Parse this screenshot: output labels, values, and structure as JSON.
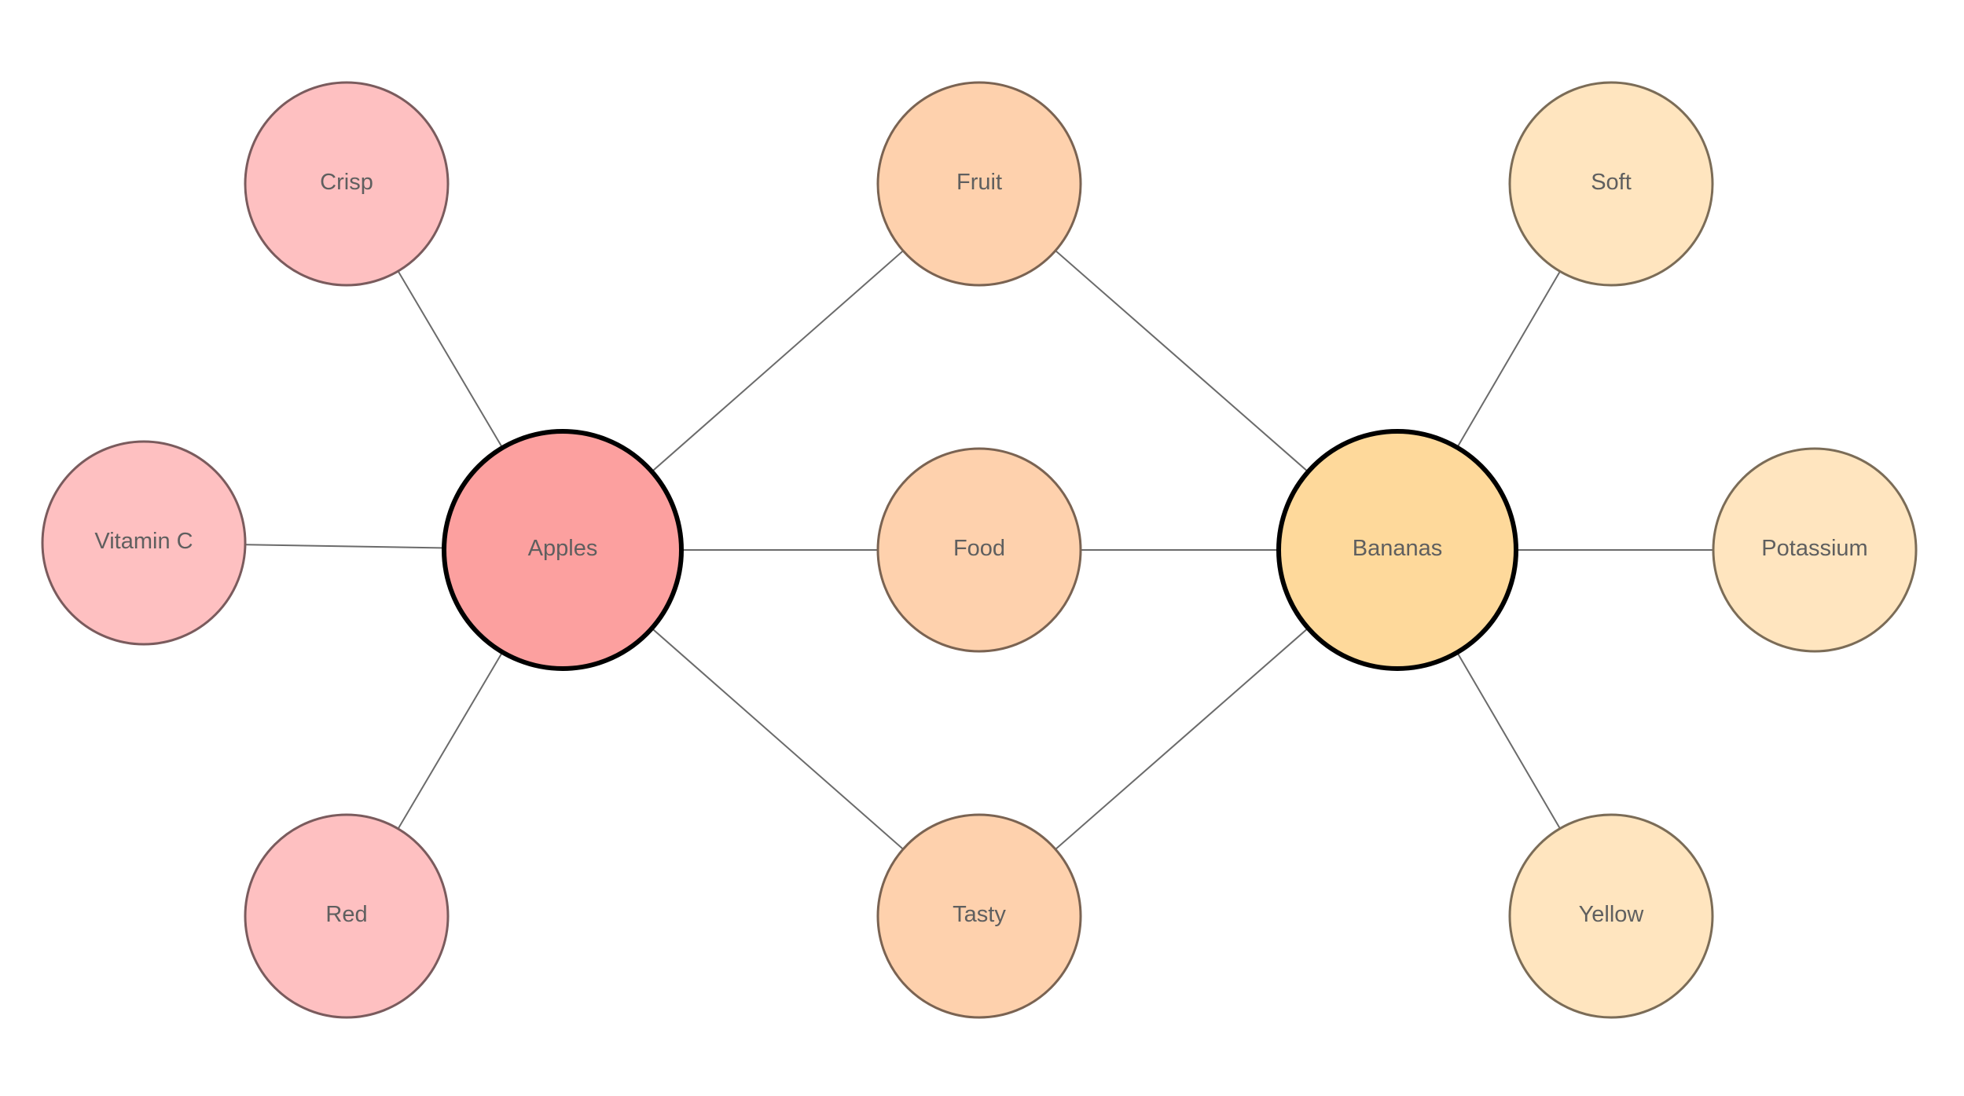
{
  "diagram": {
    "title": "",
    "colors": {
      "apples_main": "#fca09f",
      "apples_attr": "#fec0c1",
      "apples_stroke_attr": "#7a5b5d",
      "shared": "#fed1ad",
      "shared_stroke": "#7a6352",
      "bananas_main": "#fed99b",
      "bananas_attr": "#ffe5bf",
      "bananas_stroke_attr": "#7b6c57",
      "main_stroke": "#000000",
      "edge": "#6b6b6b",
      "label": "#5f5f5f"
    },
    "nodes": [
      {
        "id": "apples",
        "label": "Apples",
        "group": "apples",
        "role": "main"
      },
      {
        "id": "bananas",
        "label": "Bananas",
        "group": "bananas",
        "role": "main"
      },
      {
        "id": "crisp",
        "label": "Crisp",
        "group": "apples",
        "role": "attribute"
      },
      {
        "id": "vitamin-c",
        "label": "Vitamin C",
        "group": "apples",
        "role": "attribute"
      },
      {
        "id": "red",
        "label": "Red",
        "group": "apples",
        "role": "attribute"
      },
      {
        "id": "fruit",
        "label": "Fruit",
        "group": "shared",
        "role": "attribute"
      },
      {
        "id": "food",
        "label": "Food",
        "group": "shared",
        "role": "attribute"
      },
      {
        "id": "tasty",
        "label": "Tasty",
        "group": "shared",
        "role": "attribute"
      },
      {
        "id": "soft",
        "label": "Soft",
        "group": "bananas",
        "role": "attribute"
      },
      {
        "id": "potassium",
        "label": "Potassium",
        "group": "bananas",
        "role": "attribute"
      },
      {
        "id": "yellow",
        "label": "Yellow",
        "group": "bananas",
        "role": "attribute"
      }
    ],
    "edges": [
      {
        "from": "apples",
        "to": "crisp"
      },
      {
        "from": "apples",
        "to": "vitamin-c"
      },
      {
        "from": "apples",
        "to": "red"
      },
      {
        "from": "apples",
        "to": "fruit"
      },
      {
        "from": "apples",
        "to": "food"
      },
      {
        "from": "apples",
        "to": "tasty"
      },
      {
        "from": "bananas",
        "to": "fruit"
      },
      {
        "from": "bananas",
        "to": "food"
      },
      {
        "from": "bananas",
        "to": "tasty"
      },
      {
        "from": "bananas",
        "to": "soft"
      },
      {
        "from": "bananas",
        "to": "potassium"
      },
      {
        "from": "bananas",
        "to": "yellow"
      }
    ]
  }
}
